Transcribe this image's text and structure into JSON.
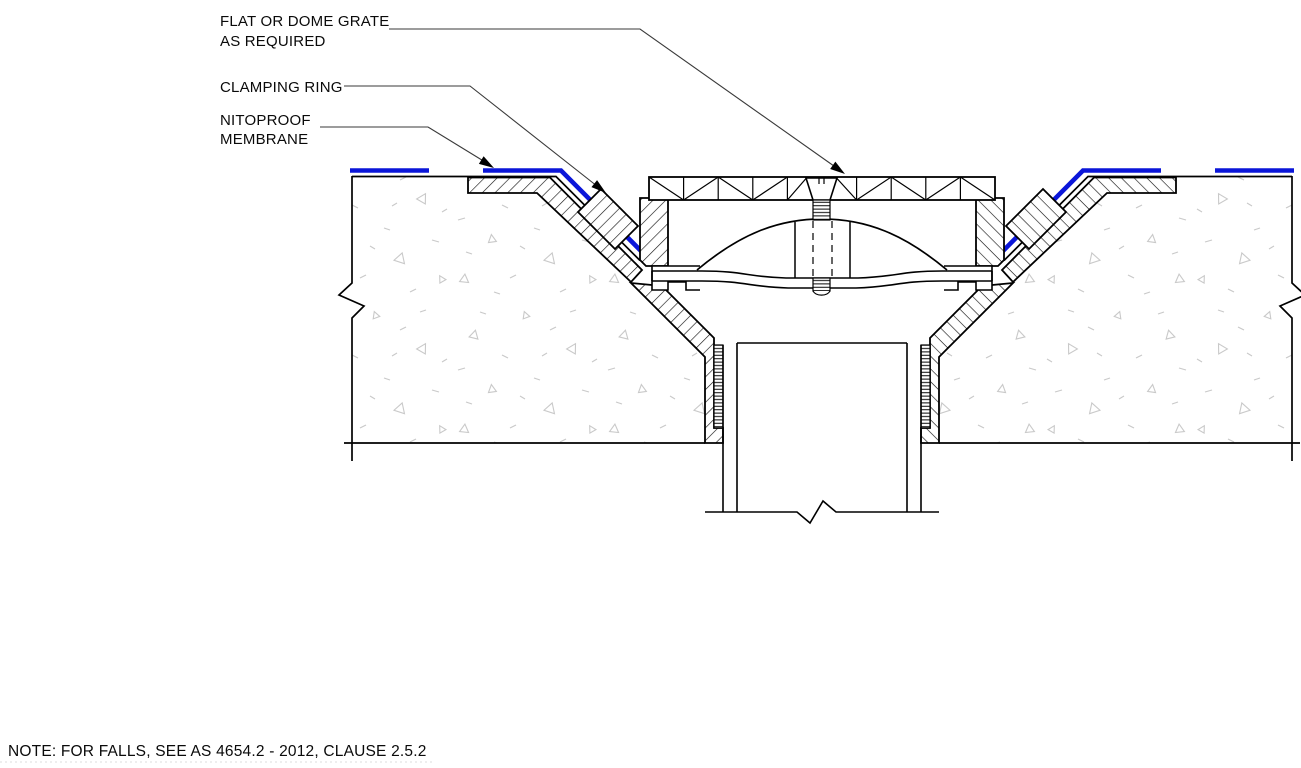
{
  "labels": {
    "grate_callout": {
      "line1": "FLAT OR DOME GRATE",
      "line2": "AS REQUIRED"
    },
    "clamping_ring_callout": {
      "line1": "CLAMPING RING"
    },
    "membrane_callout": {
      "line1": "NITOPROOF",
      "line2": "MEMBRANE"
    }
  },
  "note": {
    "text": "NOTE: FOR FALLS, SEE AS 4654.2 - 2012, CLAUSE 2.5.2"
  },
  "colors": {
    "membrane_blue": "#0B16D9",
    "drawing_line": "#000000",
    "leader_line": "#3A3A3A",
    "concrete_stipple": "#C9C9C9"
  },
  "symbols": {
    "arrowhead": "filled-triangle-leader-arrow",
    "section_break": "zigzag-break-line"
  }
}
